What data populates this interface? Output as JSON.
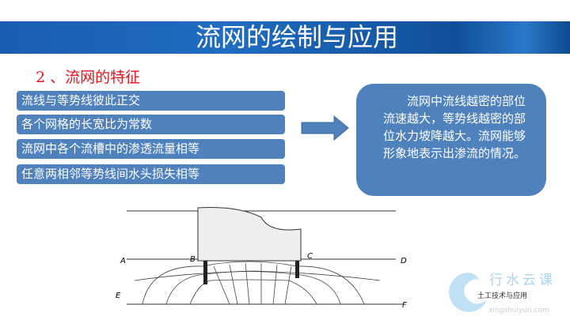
{
  "header": {
    "title": "流网的绘制与应用"
  },
  "section": {
    "subtitle": "2 、流网的特征"
  },
  "features": [
    "流线与等势线彼此正交",
    "各个网格的长宽比为常数",
    "流网中各个流槽中的渗透流量相等",
    "任意两相邻等势线间水头损失相等"
  ],
  "note": {
    "text": "流网中流线越密的部位流速越大，等势线越密的部位水力坡降越大。流网能够形象地表示出渗流的情况。"
  },
  "diagram": {
    "labels": [
      "A",
      "B",
      "C",
      "D",
      "E",
      "F"
    ]
  },
  "watermark": {
    "course": "土工技术与应用",
    "brand": "行水云课",
    "url": "xingshuiyun.com"
  },
  "colors": {
    "banner": "#1a5db0",
    "box": "#4f81bd",
    "subtitle": "#e8141c"
  }
}
